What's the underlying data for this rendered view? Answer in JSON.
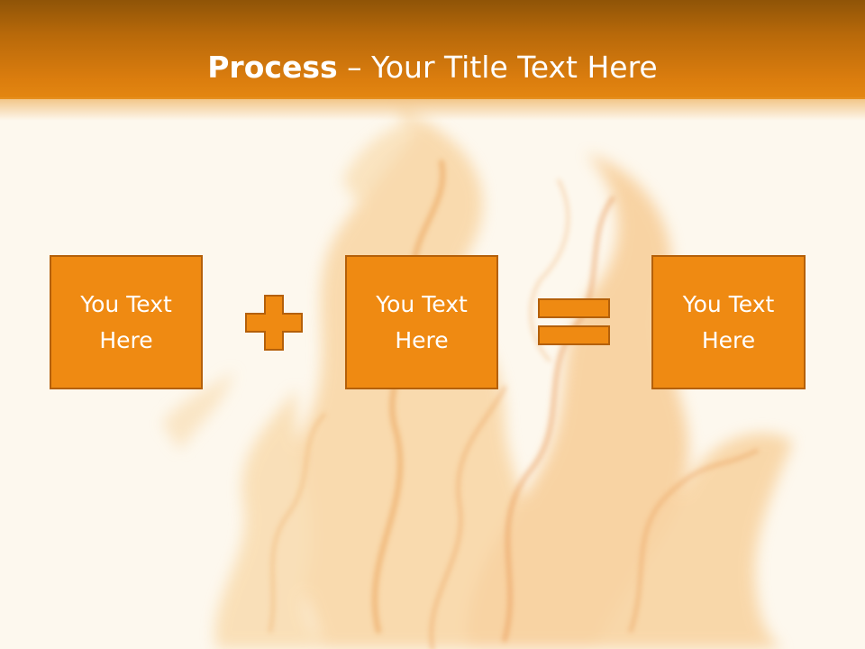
{
  "slide": {
    "title_bold": "Process",
    "title_rest": " – Your Title Text Here"
  },
  "process": {
    "steps": [
      {
        "label": "You Text\nHere"
      },
      {
        "label": "You Text\nHere"
      },
      {
        "label": "You Text\nHere"
      }
    ],
    "operators": [
      "plus-icon",
      "equals-icon"
    ]
  },
  "colors": {
    "header_dark": "#8f5407",
    "header_light": "#e48711",
    "box_fill": "#ef8a12",
    "box_border": "#b4600a",
    "background": "#fdf8ee"
  }
}
